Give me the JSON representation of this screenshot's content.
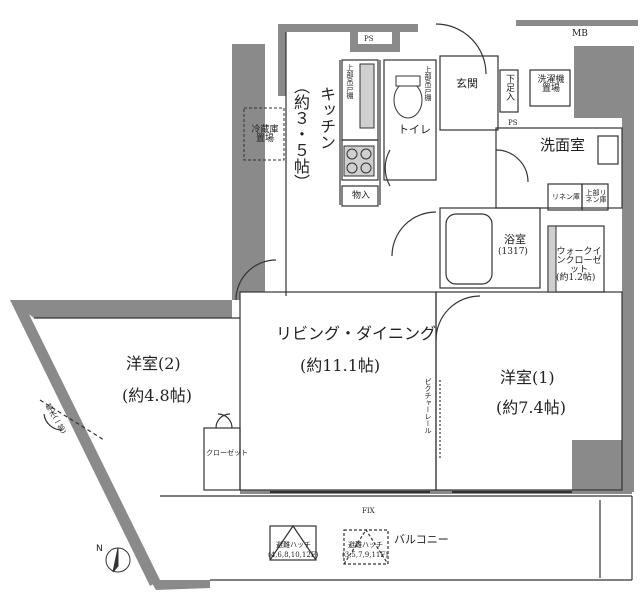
{
  "labels": {
    "mb": "MB",
    "ps_top": "PS",
    "ps_mid": "PS",
    "kitchen": "キッチン",
    "kitchen_size": "（約３・５帖）",
    "fridge": "冷蔵庫置場",
    "upper_cabinet_kitchen": "上部吊戸棚",
    "upper_cabinet_toilet": "上部吊戸棚",
    "toilet": "トイレ",
    "storage": "物入",
    "entrance": "玄関",
    "shoe_box": "下足入",
    "washer": "洗濯機置場",
    "washroom": "洗面室",
    "linen": "リネン庫",
    "upper_linen": "上部リネン庫",
    "bath": "浴室",
    "bath_size": "(1317)",
    "wic": "ウォークインクローゼット",
    "wic_size": "(約1.2帖)",
    "living": "リビング・ダイニング",
    "living_size": "(約11.1帖)",
    "room2": "洋室(2)",
    "room2_size": "(約4.8帖)",
    "room1": "洋室(1)",
    "room1_size": "(約7.4帖)",
    "closet": "クローゼット",
    "picture_rail": "ピクチャーレール",
    "fix": "FIX",
    "balcony": "バルコニー",
    "hatch1": "避難ハッチ",
    "hatch1_floors": "(4,6,8,10,12F)",
    "hatch2": "避難ハッチ",
    "hatch2_floors": "(3,5,7,9,11F)",
    "window_note": "幅木(一部)",
    "north": "N"
  },
  "colors": {
    "wall": "#8a8a8a",
    "line": "#333333",
    "fixture": "#cfcfcf"
  }
}
